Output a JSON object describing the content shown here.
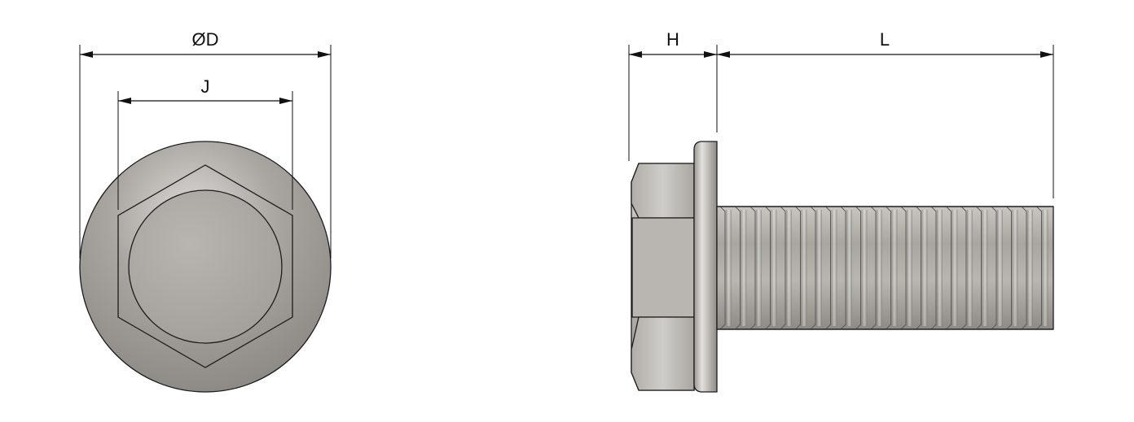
{
  "labels": {
    "diameter": "ØD",
    "across_flats": "J",
    "head_height": "H",
    "length": "L"
  },
  "colors": {
    "line": "#111111",
    "metal_base": "#a9a6a1",
    "metal_light": "#d6d4d0",
    "metal_dark": "#7e7b77",
    "background": "#ffffff"
  },
  "views": {
    "left": "end-view",
    "right": "side-view"
  }
}
